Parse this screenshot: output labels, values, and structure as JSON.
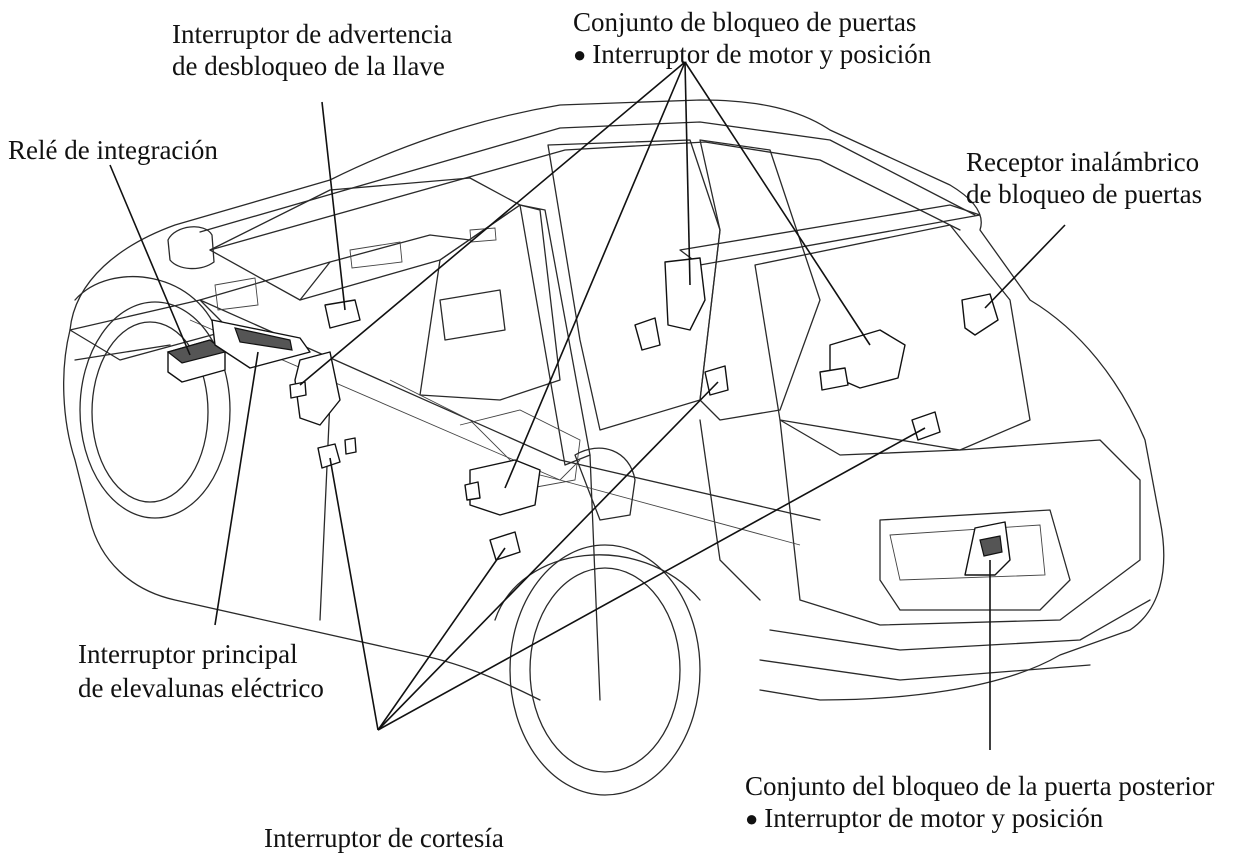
{
  "labels": {
    "door_lock_assembly_title": "Conjunto de bloqueo de puertas",
    "door_lock_assembly_sub": "Interruptor de motor y posición",
    "key_unlock_warning_1": "Interruptor de advertencia",
    "key_unlock_warning_2": "de desbloqueo de la llave",
    "integration_relay": "Relé de integración",
    "wireless_receiver_1": "Receptor inalámbrico",
    "wireless_receiver_2": "de bloqueo de puertas",
    "power_window_switch_1": "Interruptor principal",
    "power_window_switch_2": "de elevalunas eléctrico",
    "courtesy_switch": "Interruptor de cortesía",
    "back_door_lock_title": "Conjunto del bloqueo de la puerta posterior",
    "back_door_lock_sub": "Interruptor de motor y posición"
  },
  "bullet_symbol": "●"
}
